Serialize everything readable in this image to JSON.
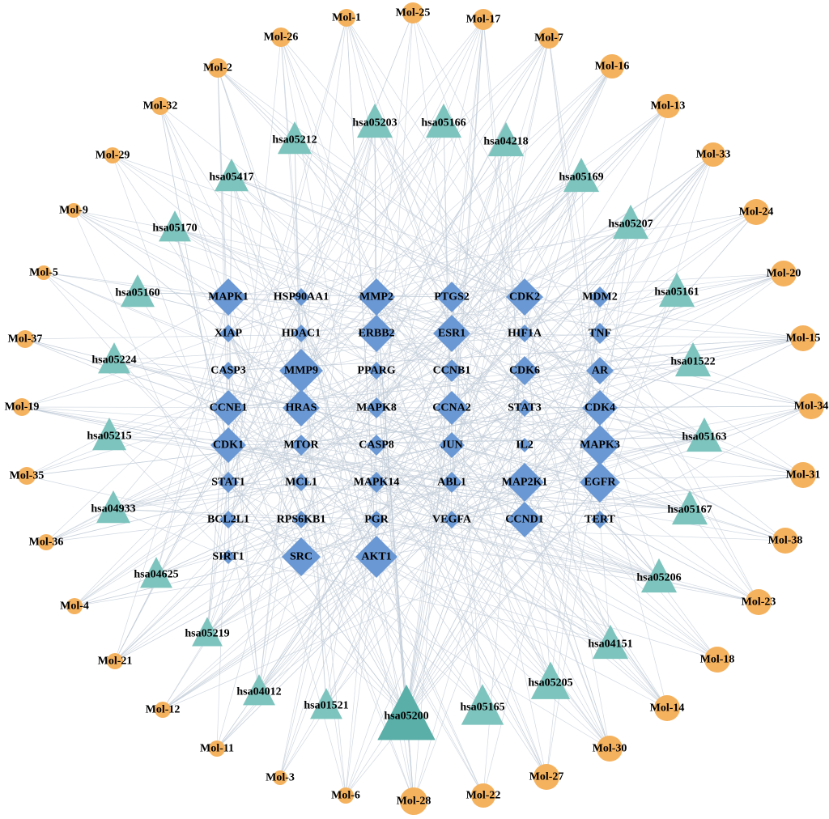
{
  "colors": {
    "molecule": "#F5B25E",
    "pathway": "#7EC4BE",
    "pathway_hub": "#5AAFA9",
    "target": "#6A98D4",
    "edge": "#C2CCD8",
    "label": "#000000"
  },
  "molecules": [
    {
      "id": "Mol-1"
    },
    {
      "id": "Mol-25"
    },
    {
      "id": "Mol-17"
    },
    {
      "id": "Mol-7"
    },
    {
      "id": "Mol-16"
    },
    {
      "id": "Mol-13"
    },
    {
      "id": "Mol-33"
    },
    {
      "id": "Mol-24"
    },
    {
      "id": "Mol-20"
    },
    {
      "id": "Mol-15"
    },
    {
      "id": "Mol-34"
    },
    {
      "id": "Mol-31"
    },
    {
      "id": "Mol-38"
    },
    {
      "id": "Mol-23"
    },
    {
      "id": "Mol-18"
    },
    {
      "id": "Mol-14"
    },
    {
      "id": "Mol-30"
    },
    {
      "id": "Mol-27"
    },
    {
      "id": "Mol-22"
    },
    {
      "id": "Mol-28"
    },
    {
      "id": "Mol-6"
    },
    {
      "id": "Mol-3"
    },
    {
      "id": "Mol-11"
    },
    {
      "id": "Mol-12"
    },
    {
      "id": "Mol-21"
    },
    {
      "id": "Mol-4"
    },
    {
      "id": "Mol-36"
    },
    {
      "id": "Mol-35"
    },
    {
      "id": "Mol-19"
    },
    {
      "id": "Mol-37"
    },
    {
      "id": "Mol-5"
    },
    {
      "id": "Mol-9"
    },
    {
      "id": "Mol-29"
    },
    {
      "id": "Mol-32"
    },
    {
      "id": "Mol-2"
    },
    {
      "id": "Mol-26"
    }
  ],
  "pathways": [
    {
      "id": "hsa05203"
    },
    {
      "id": "hsa05166"
    },
    {
      "id": "hsa04218"
    },
    {
      "id": "hsa05169"
    },
    {
      "id": "hsa05207"
    },
    {
      "id": "hsa05161"
    },
    {
      "id": "hsa01522"
    },
    {
      "id": "hsa05163"
    },
    {
      "id": "hsa05167"
    },
    {
      "id": "hsa05206"
    },
    {
      "id": "hsa04151"
    },
    {
      "id": "hsa05205"
    },
    {
      "id": "hsa05165"
    },
    {
      "id": "hsa05200"
    },
    {
      "id": "hsa01521"
    },
    {
      "id": "hsa04012"
    },
    {
      "id": "hsa05219"
    },
    {
      "id": "hsa04625"
    },
    {
      "id": "hsa04933"
    },
    {
      "id": "hsa05215"
    },
    {
      "id": "hsa05224"
    },
    {
      "id": "hsa05160"
    },
    {
      "id": "hsa05170"
    },
    {
      "id": "hsa05417"
    },
    {
      "id": "hsa05212"
    }
  ],
  "targets": [
    {
      "id": "MAPK1"
    },
    {
      "id": "HSP90AA1"
    },
    {
      "id": "MMP2"
    },
    {
      "id": "PTGS2"
    },
    {
      "id": "CDK2"
    },
    {
      "id": "MDM2"
    },
    {
      "id": "XIAP"
    },
    {
      "id": "HDAC1"
    },
    {
      "id": "ERBB2"
    },
    {
      "id": "ESR1"
    },
    {
      "id": "HIF1A"
    },
    {
      "id": "TNF"
    },
    {
      "id": "CASP3"
    },
    {
      "id": "MMP9"
    },
    {
      "id": "PPARG"
    },
    {
      "id": "CCNB1"
    },
    {
      "id": "CDK6"
    },
    {
      "id": "AR"
    },
    {
      "id": "CCNE1"
    },
    {
      "id": "HRAS"
    },
    {
      "id": "MAPK8"
    },
    {
      "id": "CCNA2"
    },
    {
      "id": "STAT3"
    },
    {
      "id": "CDK4"
    },
    {
      "id": "CDK1"
    },
    {
      "id": "MTOR"
    },
    {
      "id": "CASP8"
    },
    {
      "id": "JUN"
    },
    {
      "id": "IL2"
    },
    {
      "id": "MAPK3"
    },
    {
      "id": "STAT1"
    },
    {
      "id": "MCL1"
    },
    {
      "id": "MAPK14"
    },
    {
      "id": "ABL1"
    },
    {
      "id": "MAP2K1"
    },
    {
      "id": "EGFR"
    },
    {
      "id": "BCL2L1"
    },
    {
      "id": "RPS6KB1"
    },
    {
      "id": "PGR"
    },
    {
      "id": "VEGFA"
    },
    {
      "id": "CCND1"
    },
    {
      "id": "TERT"
    },
    {
      "id": "SIRT1"
    },
    {
      "id": "SRC"
    },
    {
      "id": "AKT1"
    }
  ]
}
